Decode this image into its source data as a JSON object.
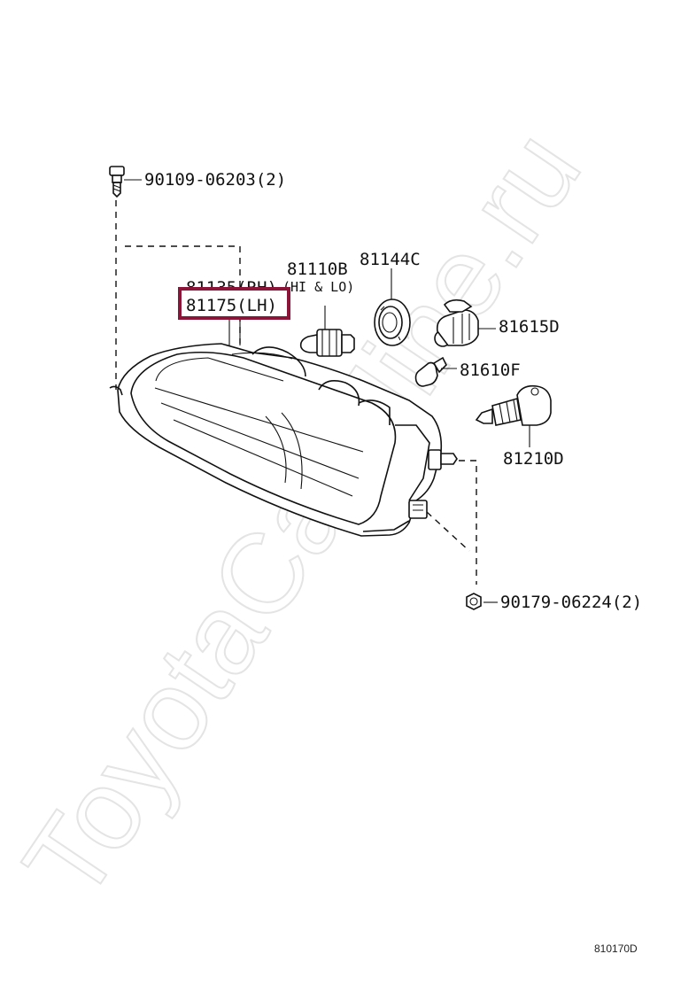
{
  "watermark": "ToyotaCarMine.ru",
  "highlight_color": "#8a1538",
  "labels": {
    "bolt_top": "90109-06203(2)",
    "bulb_socket": "81110B",
    "bulb_socket_note": "(HI & LO)",
    "unit_rh": "81135(RH)",
    "unit_lh": "81175(LH)",
    "ring": "81144C",
    "bulb_hb": "81615D",
    "wedge_bulb": "81610F",
    "bulb_h4": "81210D",
    "nut_bottom": "90179-06224(2)",
    "diagram_code": "810170D"
  },
  "icons": [
    "bolt-icon",
    "bulb-icon",
    "ring-icon",
    "socket-bulb-icon",
    "wedge-bulb-icon",
    "nut-icon",
    "headlamp-unit-icon"
  ]
}
